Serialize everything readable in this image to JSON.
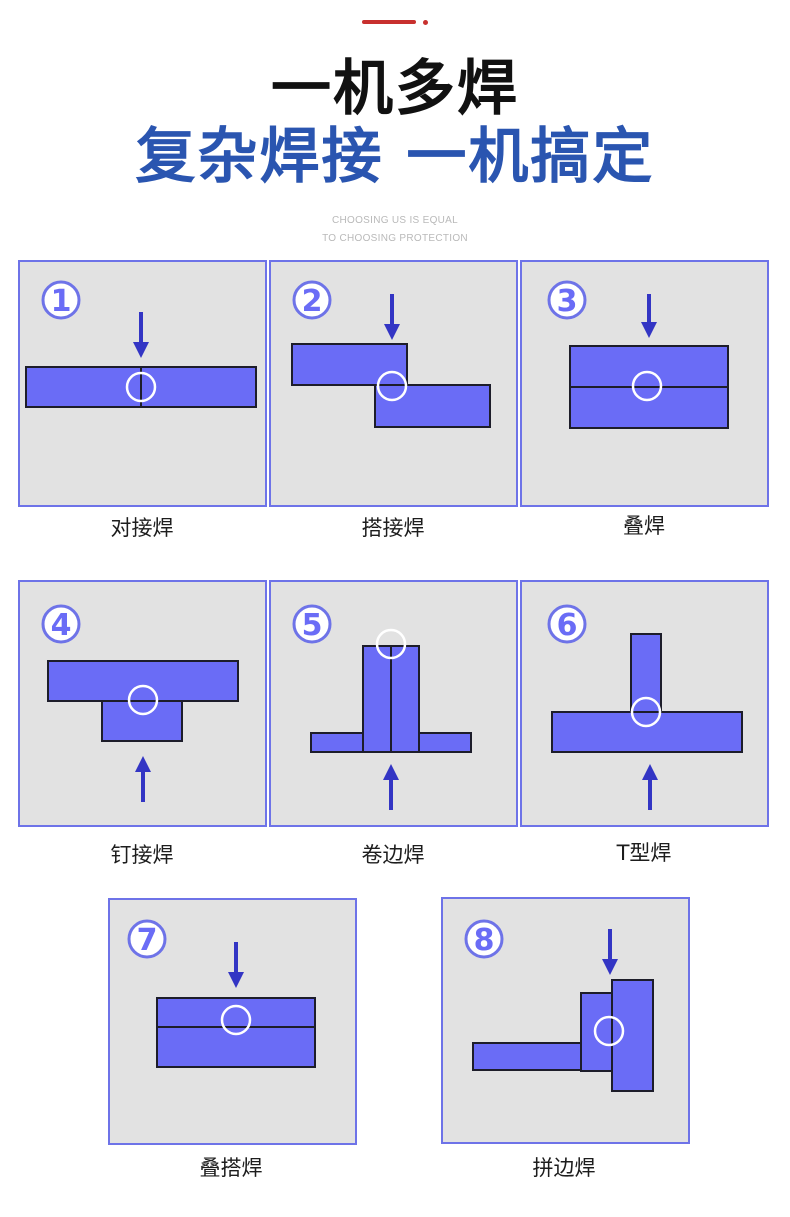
{
  "header": {
    "title_line1": "一机多焊",
    "title_line2": "复杂焊接 一机搞定",
    "subtitle_line1": "CHOOSING US IS EQUAL",
    "subtitle_line2": "TO CHOOSING PROTECTION"
  },
  "colors": {
    "block_fill": "#6a6cf6",
    "arrow": "#3335c4",
    "panel_bg": "#e2e2e2",
    "panel_border": "#6e73e8",
    "title_blue": "#2a55b0",
    "accent_red": "#c8302e"
  },
  "panels": [
    {
      "number": "1",
      "label": "对接焊"
    },
    {
      "number": "2",
      "label": "搭接焊"
    },
    {
      "number": "3",
      "label": "叠焊"
    },
    {
      "number": "4",
      "label": "钉接焊"
    },
    {
      "number": "5",
      "label": "卷边焊"
    },
    {
      "number": "6",
      "label": "T型焊"
    },
    {
      "number": "7",
      "label": "叠搭焊"
    },
    {
      "number": "8",
      "label": "拼边焊"
    }
  ]
}
